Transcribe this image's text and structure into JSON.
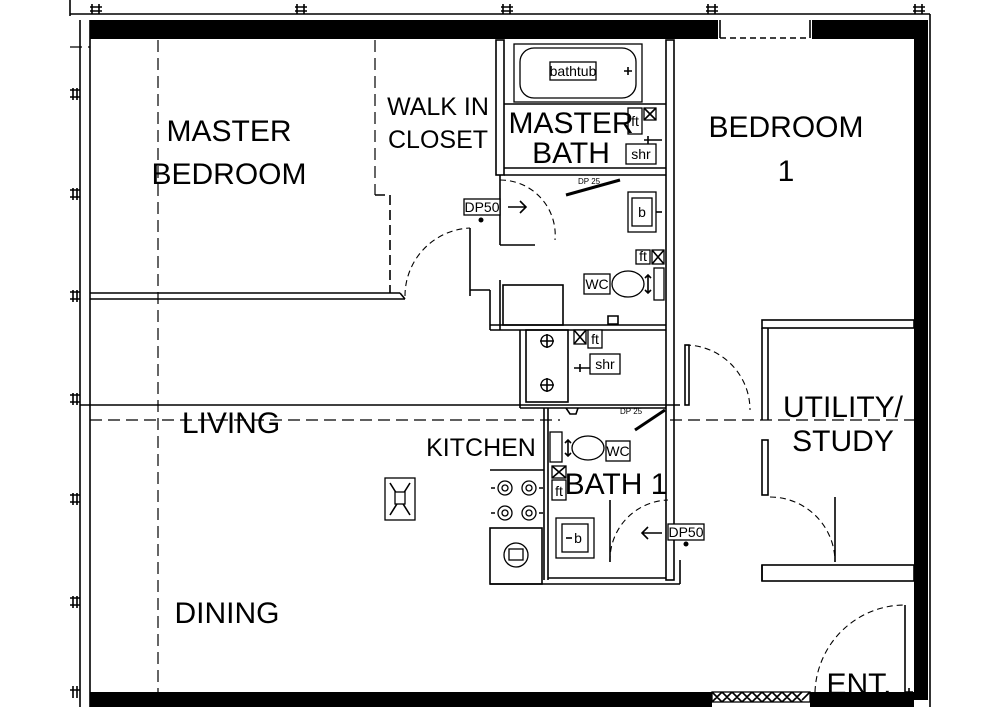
{
  "plan": {
    "rooms": {
      "master_bedroom": [
        "MASTER",
        "BEDROOM"
      ],
      "walk_in_closet": [
        "WALK IN",
        "CLOSET"
      ],
      "master_bath": [
        "MASTER",
        "BATH"
      ],
      "bedroom_1": [
        "BEDROOM",
        "1"
      ],
      "living": "LIVING",
      "kitchen": "KITCHEN",
      "bath_1": "BATH 1",
      "utility_study": [
        "UTILITY/",
        "STUDY"
      ],
      "dining": "DINING",
      "entry_foyer": "ENT."
    },
    "fixtures": {
      "bathtub": "bathtub",
      "ft": "ft",
      "shr": "shr",
      "wc": "WC",
      "lavatory": "b",
      "dp50": "DP50",
      "dp25": "DP 25"
    }
  }
}
